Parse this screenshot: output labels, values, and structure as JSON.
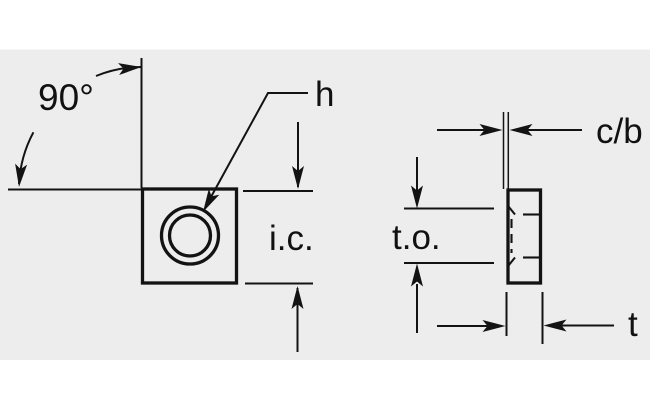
{
  "labels": {
    "angle": "90°",
    "hole": "h",
    "inscribed_circle": "i.c.",
    "tolerance_band": "t.o.",
    "chamfer": "c/b",
    "thickness": "t"
  },
  "colors": {
    "canvas_background": "#ededed",
    "page_background": "#ffffff",
    "line": "#131313"
  }
}
